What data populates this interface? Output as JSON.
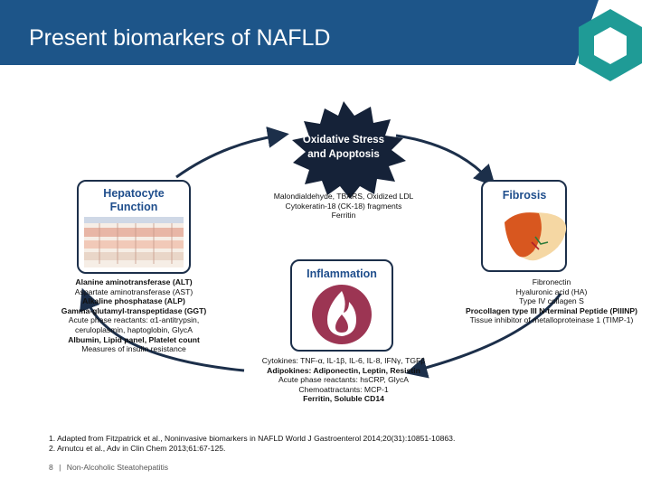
{
  "header": {
    "title": "Present biomarkers of NAFLD",
    "bar_color": "#1d5589",
    "logo_color": "#1f9b96"
  },
  "diagram": {
    "center_top": {
      "label_line1": "Oxidative Stress",
      "label_line2": "and Apoptosis"
    },
    "left_box": {
      "label_line1": "Hepatocyte",
      "label_line2": "Function"
    },
    "right_box": {
      "label": "Fibrosis"
    },
    "center_box": {
      "label": "Inflammation"
    },
    "top_markers": [
      "Malondialdehyde, TBARS, Oxidized LDL",
      "Cytokeratin-18 (CK-18) fragments",
      "Ferritin"
    ],
    "left_markers": [
      "Alanine aminotransferase (ALT)",
      "Aspartate aminotransferase (AST)",
      "Alkaline phosphatase (ALP)",
      "Gamma-glutamyl-transpeptidase (GGT)",
      "Acute phase reactants: α1-antitrypsin,",
      "ceruloplasmin, haptoglobin, GlycA",
      "Albumin, Lipid panel, Platelet count",
      "Measures of insulin resistance"
    ],
    "right_markers": [
      "Fibronectin",
      "Hyaluronic acid (HA)",
      "Type IV collagen S",
      "Procollagen type III N-terminal Peptide (PIIINP)",
      "Tissue inhibitor of metalloproteinase 1 (TIMP-1)"
    ],
    "center_markers": [
      "Cytokines: TNF-α, IL-1β, IL-6, IL-8, IFNγ, TGFβ",
      "Adipokines: Adiponectin, Leptin, Resistin",
      "Acute phase reactants: hsCRP, GlycA",
      "Chemoattractants: MCP-1",
      "Ferritin, Soluble CD14"
    ],
    "accent_color": "#1f4e8c",
    "arrow_color": "#1c2f4a"
  },
  "references": {
    "ref1": "1. Adapted from Fitzpatrick et al., Noninvasive biomarkers in NAFLD World J Gastroenterol 2014;20(31):10851-10863.",
    "ref2": "2. Arnutcu et al., Adv in Clin Chem 2013;61:67-125."
  },
  "footer": {
    "page_number": "8",
    "separator": "|",
    "text": "Non-Alcoholic Steatohepatitis"
  }
}
